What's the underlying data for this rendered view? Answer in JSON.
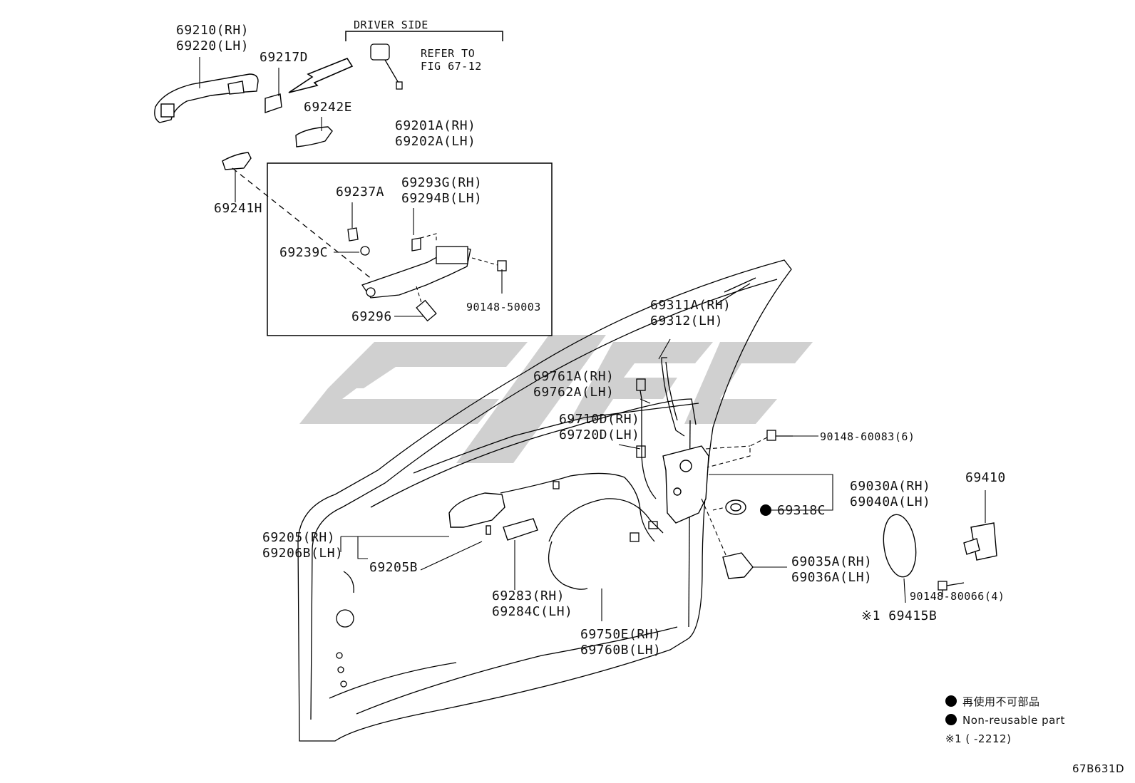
{
  "header": {
    "driver_side": "DRIVER SIDE",
    "refer_line1": "REFER TO",
    "refer_line2": "FIG 67-12"
  },
  "parts": {
    "p69210": "69210(RH)",
    "p69220": "69220(LH)",
    "p69217D": "69217D",
    "p69242E": "69242E",
    "p69241H": "69241H",
    "p69201A": "69201A(RH)",
    "p69202A": "69202A(LH)",
    "p69237A": "69237A",
    "p69293G": "69293G(RH)",
    "p69294B": "69294B(LH)",
    "p69239C": "69239C",
    "p90148_50003": "90148-50003",
    "p69296": "69296",
    "p69311A": "69311A(RH)",
    "p69312": "69312(LH)",
    "p69761A": "69761A(RH)",
    "p69762A": "69762A(LH)",
    "p69710D": "69710D(RH)",
    "p69720D": "69720D(LH)",
    "p90148_60083": "90148-60083(6)",
    "p69030A": "69030A(RH)",
    "p69040A": "69040A(LH)",
    "p69318C": "69318C",
    "p69410": "69410",
    "p69205": "69205(RH)",
    "p69206B": "69206B(LH)",
    "p69205B": "69205B",
    "p69283": "69283(RH)",
    "p69284C": "69284C(LH)",
    "p69750E": "69750E(RH)",
    "p69760B": "69760B(LH)",
    "p69035A": "69035A(RH)",
    "p69036A": "69036A(LH)",
    "p90148_80066": "90148-80066(4)",
    "p69415B": "※1 69415B"
  },
  "legend": {
    "jp": "再使用不可部品",
    "en": "Non-reusable part",
    "note": "※1 (      -2212)"
  },
  "figure_code": "67B631D",
  "watermark_color": "#c8c8c8"
}
